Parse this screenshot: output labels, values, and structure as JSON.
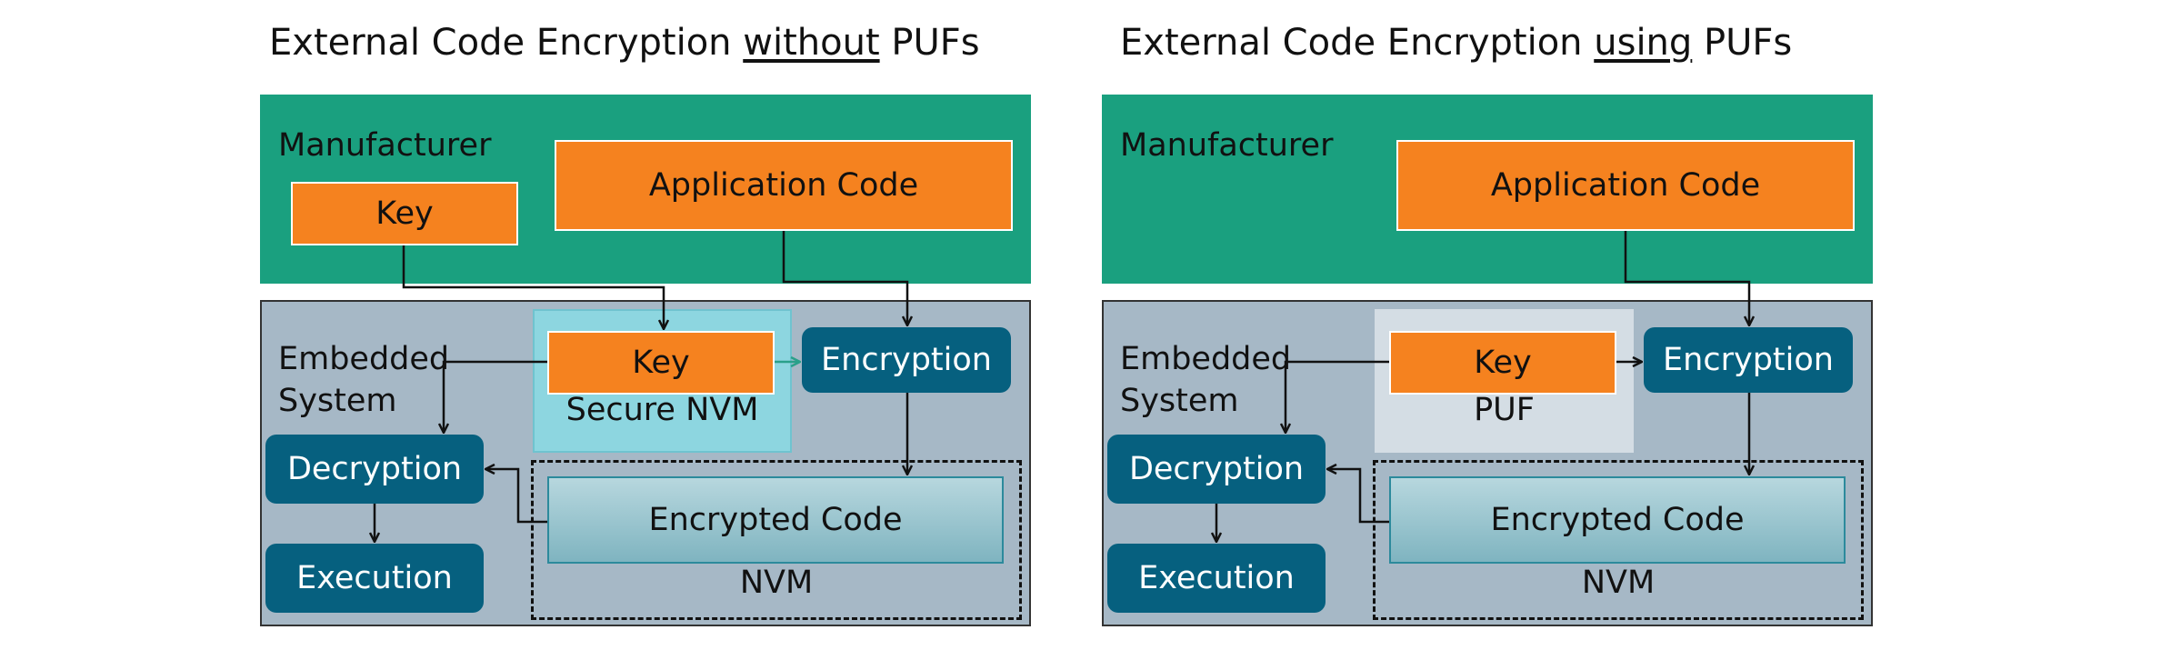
{
  "colors": {
    "manufacturer_bg": "#1aa07f",
    "embedded_bg": "#a6b8c6",
    "key_orange": "#f5821f",
    "process_blue": "#06607f",
    "secure_nvm_bg": "#8dd6e0",
    "puf_bg": "#d4dde4",
    "secure_arrow": "#2aa08a"
  },
  "panels": [
    {
      "title_pre": "External Code Encryption ",
      "title_emph": "without",
      "title_post": " PUFs",
      "manufacturer_label": "Manufacturer",
      "manufacturer_key": "Key",
      "application_code": "Application Code",
      "embedded_label_1": "Embedded",
      "embedded_label_2": "System",
      "inner_key": "Key",
      "key_storage": "Secure NVM",
      "encryption": "Encryption",
      "decryption": "Decryption",
      "execution": "Execution",
      "encrypted_code": "Encrypted Code",
      "nvm": "NVM"
    },
    {
      "title_pre": "External Code Encryption ",
      "title_emph": "using",
      "title_post": " PUFs",
      "manufacturer_label": "Manufacturer",
      "application_code": "Application Code",
      "embedded_label_1": "Embedded",
      "embedded_label_2": "System",
      "inner_key": "Key",
      "key_storage": "PUF",
      "encryption": "Encryption",
      "decryption": "Decryption",
      "execution": "Execution",
      "encrypted_code": "Encrypted Code",
      "nvm": "NVM"
    }
  ]
}
